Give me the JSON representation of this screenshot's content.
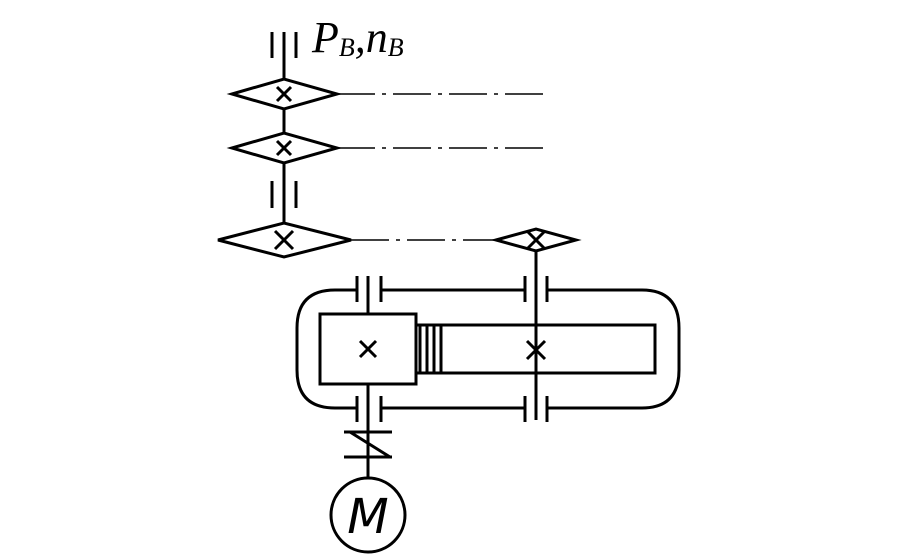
{
  "output_shaft_label": {
    "power_symbol": "P",
    "power_subscript": "B",
    "separator": ",",
    "speed_symbol": "n",
    "speed_subscript": "B"
  },
  "motor_label": "M",
  "colors": {
    "line": "#000000",
    "background": "#ffffff"
  }
}
